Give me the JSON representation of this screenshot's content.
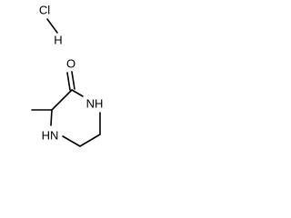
{
  "molecule": {
    "salt": {
      "cl_label": "Cl",
      "h_label": "H"
    },
    "ring": {
      "carbonyl_o_label": "O",
      "nh_top_label": "NH",
      "nh_bottom_label": "HN"
    }
  }
}
